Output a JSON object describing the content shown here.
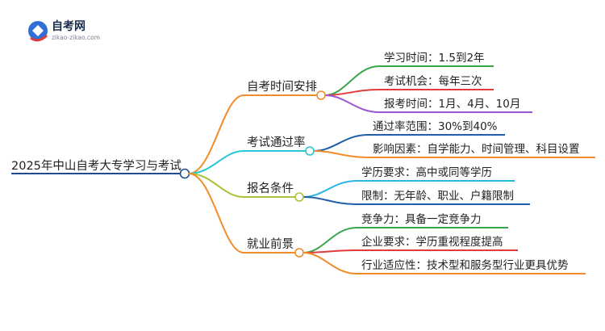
{
  "logo": {
    "title": "自考网",
    "subtitle": "zikao-zikao.com",
    "accent": "#2f6fd6"
  },
  "root": {
    "label": "2025年中山自考大专学习与考试",
    "color": "#1f4e8c"
  },
  "branches": [
    {
      "label": "自考时间安排",
      "color": "#f28c28",
      "children": [
        {
          "label": "学习时间：1.5到2年",
          "color": "#3aa64a"
        },
        {
          "label": "考试机会：每年三次",
          "color": "#e23b3b"
        },
        {
          "label": "报考时间：1月、4月、10月",
          "color": "#9b59d0"
        }
      ]
    },
    {
      "label": "考试通过率",
      "color": "#29c6d6",
      "children": [
        {
          "label": "通过率范围：30%到40%",
          "color": "#1f5fa8"
        },
        {
          "label": "影响因素：自学能力、时间管理、科目设置",
          "color": "#f28c28"
        }
      ]
    },
    {
      "label": "报名条件",
      "color": "#a8c23a",
      "children": [
        {
          "label": "学历要求：高中或同等学历",
          "color": "#29b6e6"
        },
        {
          "label": "限制：无年龄、职业、户籍限制",
          "color": "#1f5fa8"
        }
      ]
    },
    {
      "label": "就业前景",
      "color": "#f28c28",
      "children": [
        {
          "label": "竞争力：具备一定竞争力",
          "color": "#3aa64a"
        },
        {
          "label": "企业要求：学历重视程度提高",
          "color": "#e23b3b"
        },
        {
          "label": "行业适应性：技术型和服务型行业更具优势",
          "color": "#f28c28"
        }
      ]
    }
  ]
}
